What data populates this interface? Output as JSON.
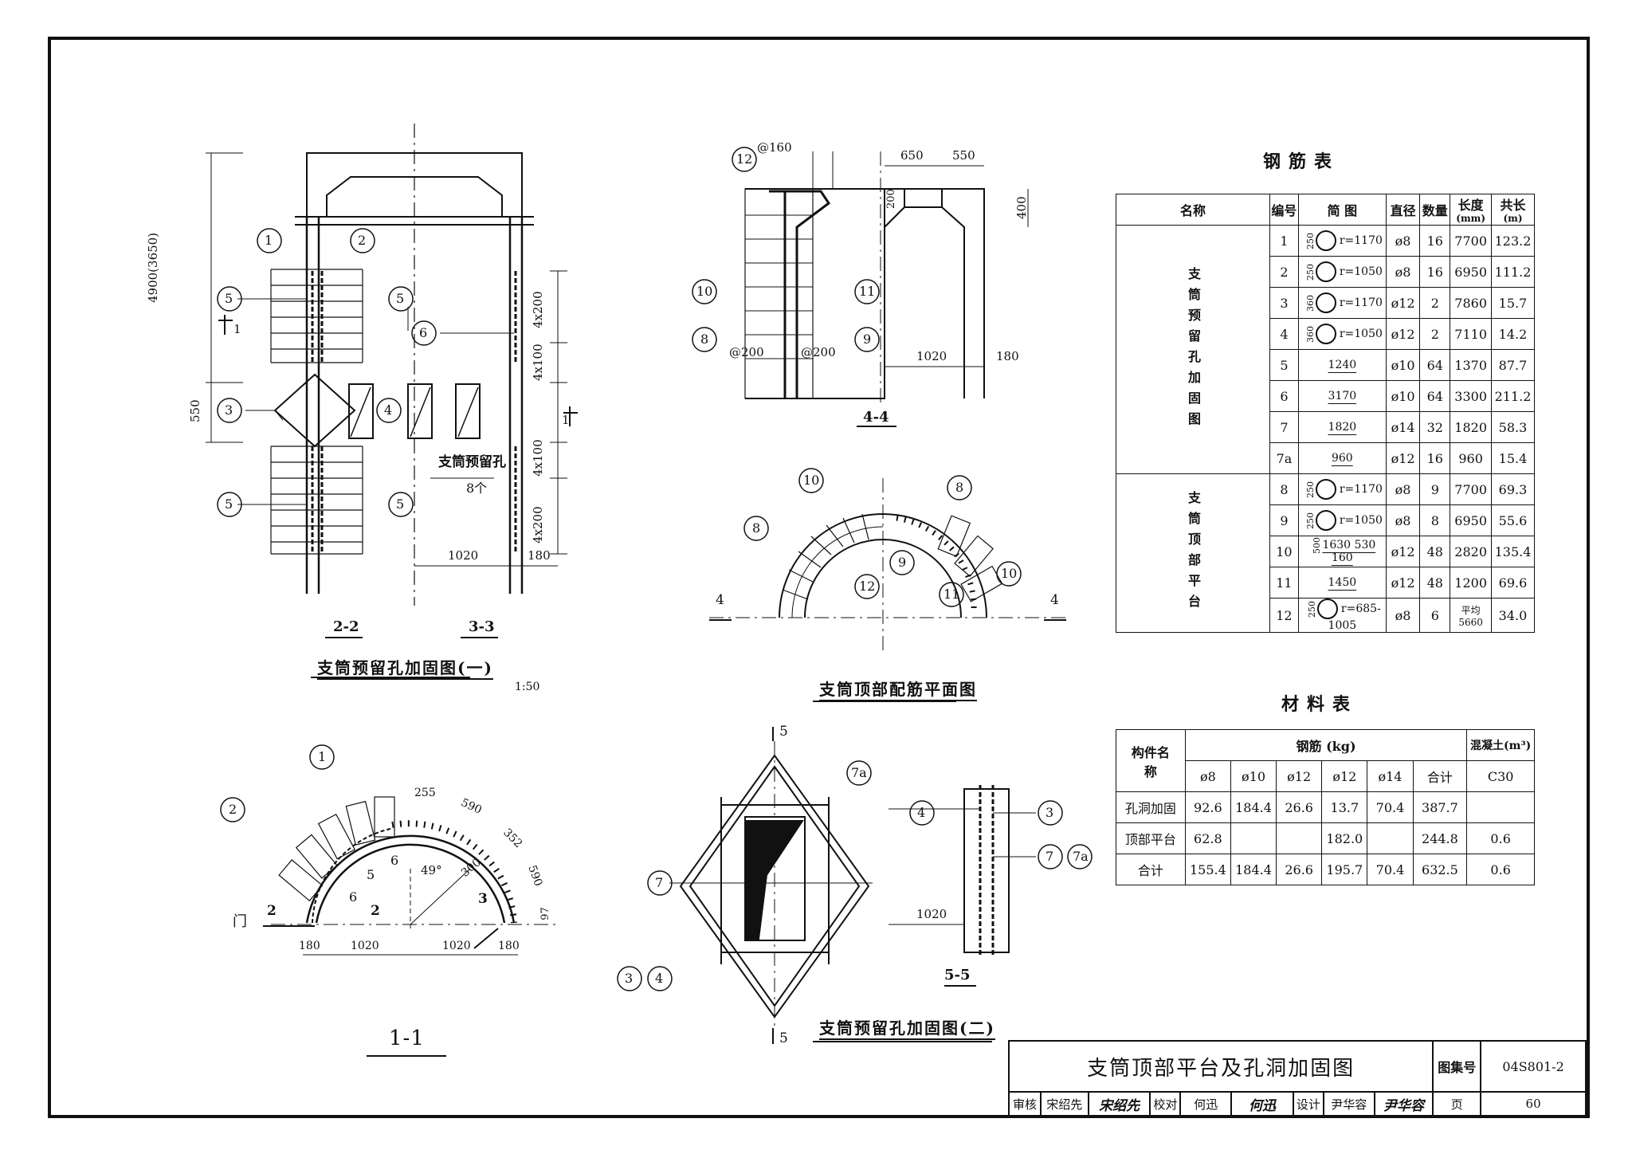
{
  "drawing": {
    "main_title": "支筒顶部平台及孔洞加固图",
    "atlas_label": "图集号",
    "atlas_no": "04S801-2",
    "page_label": "页",
    "page_no": "60",
    "review_label": "审核",
    "reviewer": "宋绍先",
    "reviewer_sign": "宋绍先",
    "check_label": "校对",
    "checker": "何迅",
    "checker_sign": "何迅",
    "design_label": "设计",
    "designer": "尹华容",
    "designer_sign": "尹华容"
  },
  "views": {
    "v1_title": "支筒预留孔加固图(一)",
    "v1_scale": "1:50",
    "v1_sec_a": "2-2",
    "v1_sec_b": "3-3",
    "v1_hole_label": "支筒预留孔",
    "v1_hole_count": "8个",
    "v1_dim_total": "4900(3650)",
    "v1_dim_550": "550",
    "v1_dim_4x200_top": "4x200",
    "v1_dim_4x100_top": "4x100",
    "v1_dim_4x100_bot": "4x100",
    "v1_dim_4x200_bot": "4x200",
    "v1_dim_1020": "1020",
    "v1_dim_180": "180",
    "v1_cut1": "1",
    "v2_title": "1-1",
    "v2_door": "门",
    "v2_dims": [
      "180",
      "1020",
      "1020",
      "180"
    ],
    "v2_arc_dims": [
      "255",
      "590",
      "352",
      "590"
    ],
    "v2_angle": "49°",
    "v2_dim_300": "300",
    "v2_dim_97": "97",
    "v3_title": "4-4",
    "v3_spacing_a": "@160",
    "v3_spacing_b": "@200",
    "v3_spacing_c": "@200",
    "v3_dim_650": "650",
    "v3_dim_550": "550",
    "v3_dim_200": "200",
    "v3_dim_400": "400",
    "v3_dim_1020": "1020",
    "v3_dim_180": "180",
    "v4_title": "支筒顶部配筋平面图",
    "v4_cut": "4",
    "v5_title": "支筒预留孔加固图(二)",
    "v5_cut": "5",
    "v6_title": "5-5",
    "v6_dim_1020": "1020"
  },
  "rebar_table": {
    "caption": "钢筋表",
    "headers": [
      "名称",
      "编号",
      "简  图",
      "直径",
      "数量",
      "长度",
      "(mm)",
      "共长",
      "(m)"
    ],
    "group1": "支筒预留孔加固图",
    "group2": "支筒顶部平台",
    "rows": [
      {
        "no": "1",
        "sketch": "r=1170",
        "pre": "250",
        "dia": "ø8",
        "qty": "16",
        "len": "7700",
        "total": "123.2"
      },
      {
        "no": "2",
        "sketch": "r=1050",
        "pre": "250",
        "dia": "ø8",
        "qty": "16",
        "len": "6950",
        "total": "111.2"
      },
      {
        "no": "3",
        "sketch": "r=1170",
        "pre": "360",
        "dia": "ø12",
        "qty": "2",
        "len": "7860",
        "total": "15.7"
      },
      {
        "no": "4",
        "sketch": "r=1050",
        "pre": "360",
        "dia": "ø12",
        "qty": "2",
        "len": "7110",
        "total": "14.2"
      },
      {
        "no": "5",
        "sketch": "1240",
        "pre": "",
        "dia": "ø10",
        "qty": "64",
        "len": "1370",
        "total": "87.7"
      },
      {
        "no": "6",
        "sketch": "3170",
        "pre": "",
        "dia": "ø10",
        "qty": "64",
        "len": "3300",
        "total": "211.2"
      },
      {
        "no": "7",
        "sketch": "1820",
        "pre": "",
        "dia": "ø14",
        "qty": "32",
        "len": "1820",
        "total": "58.3"
      },
      {
        "no": "7a",
        "sketch": "960",
        "pre": "",
        "dia": "ø12",
        "qty": "16",
        "len": "960",
        "total": "15.4"
      },
      {
        "no": "8",
        "sketch": "r=1170",
        "pre": "250",
        "dia": "ø8",
        "qty": "9",
        "len": "7700",
        "total": "69.3"
      },
      {
        "no": "9",
        "sketch": "r=1050",
        "pre": "250",
        "dia": "ø8",
        "qty": "8",
        "len": "6950",
        "total": "55.6"
      },
      {
        "no": "10",
        "sketch": "1630  530  160",
        "pre": "500",
        "dia": "ø12",
        "qty": "48",
        "len": "2820",
        "total": "135.4"
      },
      {
        "no": "11",
        "sketch": "1450",
        "pre": "",
        "dia": "ø12",
        "qty": "48",
        "len": "1200",
        "total": "69.6"
      },
      {
        "no": "12",
        "sketch": "r=685-1005",
        "pre": "250",
        "dia": "ø8",
        "qty": "6",
        "len": "平均 5660",
        "total": "34.0"
      }
    ]
  },
  "material_table": {
    "caption": "材料表",
    "h_member": "构件名称",
    "h_steel": "钢筋  (kg)",
    "h_concrete": "混凝土(m³)",
    "sub": [
      "ø8",
      "ø10",
      "ø12",
      "ø12",
      "ø14",
      "合计",
      "C30"
    ],
    "rows": [
      {
        "name": "孔洞加固",
        "c": [
          "92.6",
          "184.4",
          "26.6",
          "13.7",
          "70.4",
          "387.7",
          ""
        ]
      },
      {
        "name": "顶部平台",
        "c": [
          "62.8",
          "",
          "",
          "182.0",
          "",
          "244.8",
          "0.6"
        ]
      },
      {
        "name": "合计",
        "c": [
          "155.4",
          "184.4",
          "26.6",
          "195.7",
          "70.4",
          "632.5",
          "0.6"
        ]
      }
    ]
  }
}
